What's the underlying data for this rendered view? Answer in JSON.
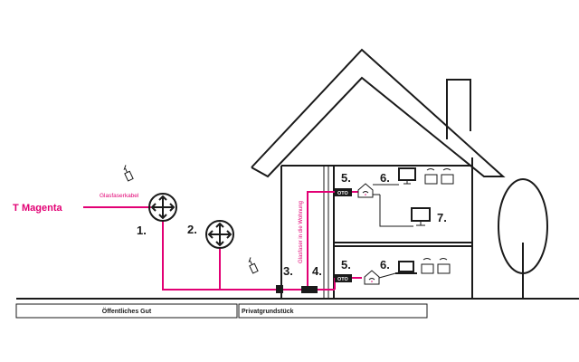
{
  "brand": {
    "name": "Magenta",
    "logo_letter": "T",
    "color": "#e20074"
  },
  "labels": {
    "cable": "Glasfaserkabel",
    "fiber_in_home": "Glasfaser in die Wohnung",
    "public": "Öffentliches Gut",
    "private": "Privatgrundstück",
    "oto": "OTO"
  },
  "steps": {
    "s1": "1.",
    "s2": "2.",
    "s3": "3.",
    "s4": "4.",
    "s5": "5.",
    "s6": "6.",
    "s7": "7."
  },
  "icons": [
    "router-icon",
    "tool-icon",
    "wifi-router-icon",
    "monitor-icon",
    "tv-icon",
    "laptop-icon",
    "phone-icon",
    "tree-icon"
  ],
  "colors": {
    "accent": "#e20074",
    "line": "#1a1a1a"
  }
}
